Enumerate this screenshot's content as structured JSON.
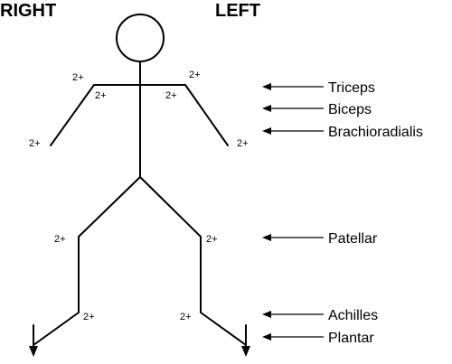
{
  "sides": {
    "right": "RIGHT",
    "left": "LEFT"
  },
  "grades": {
    "right_triceps": "2+",
    "right_biceps": "2+",
    "right_brachioradialis": "2+",
    "left_triceps": "2+",
    "left_biceps": "2+",
    "left_brachioradialis": "2+",
    "right_patellar": "2+",
    "left_patellar": "2+",
    "right_achilles": "2+",
    "left_achilles": "2+"
  },
  "reflexes": {
    "triceps": "Triceps",
    "biceps": "Biceps",
    "brachioradialis": "Brachioradialis",
    "patellar": "Patellar",
    "achilles": "Achilles",
    "plantar": "Plantar"
  },
  "colors": {
    "line": "#000000",
    "background": "#ffffff"
  }
}
